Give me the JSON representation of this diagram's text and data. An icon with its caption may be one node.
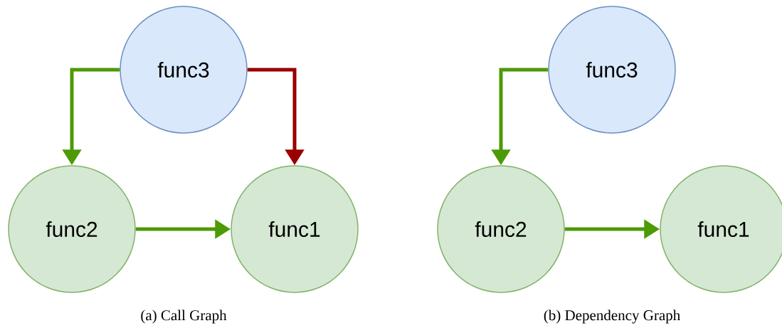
{
  "diagram": {
    "nodes": [
      {
        "text": [
          "func3"
        ]
      },
      {
        "text": [
          "func2"
        ]
      },
      {
        "text": [
          "func1"
        ]
      },
      {
        "text": [
          "func3"
        ]
      },
      {
        "text": [
          "func2"
        ]
      },
      {
        "text": [
          "func1"
        ]
      }
    ],
    "edges": [
      {
        "from": 0,
        "to": 1,
        "arrow": "to"
      },
      {
        "from": 0,
        "to": 2,
        "arrow": "to",
        "color": "#990000"
      },
      {
        "from": 1,
        "to": 2,
        "arrow": "to"
      },
      {
        "from": 3,
        "to": 4,
        "arrow": "to"
      },
      {
        "from": 4,
        "to": 5,
        "arrow": "to"
      }
    ],
    "labels": [
      "(a) Call Graph",
      "(b) Dependency Graph"
    ]
  }
}
